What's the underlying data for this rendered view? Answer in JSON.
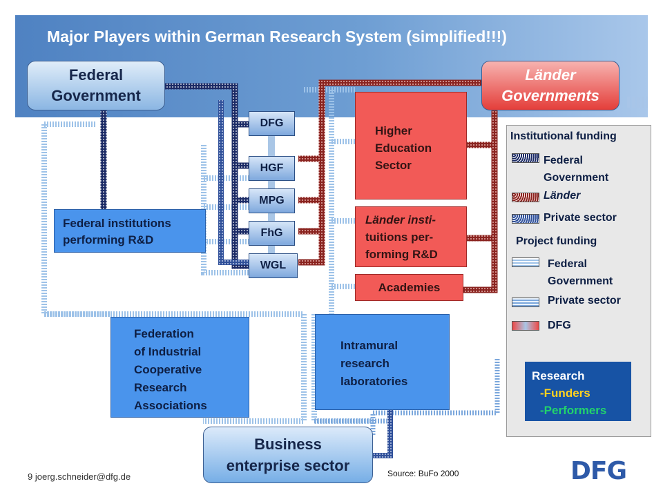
{
  "title": "Major Players within German Research System (simplified!!!)",
  "nodes": {
    "federal_government": [
      "Federal",
      "Government"
    ],
    "lander_governments": [
      "Länder",
      "Governments"
    ],
    "dfg": "DFG",
    "hgf": "HGF",
    "mpg": "MPG",
    "fhg": "FhG",
    "wgl": "WGL",
    "federal_institutions": [
      "Federal institutions",
      "performing R&D"
    ],
    "higher_education": [
      "Higher",
      "Education",
      "Sector"
    ],
    "lander_institutions": [
      "Länder insti-",
      "tuitions per-",
      "forming R&D"
    ],
    "academies": "Academies",
    "federation_industrial": [
      "Federation",
      "of Industrial",
      "Cooperative",
      "Research",
      "Associations"
    ],
    "intramural": [
      "Intramural",
      "research",
      "laboratories"
    ],
    "business": [
      "Business",
      "enterprise sector"
    ]
  },
  "legend": {
    "institutional_title": "Institutional funding",
    "institutional_items": [
      {
        "label": [
          "Federal",
          "Government"
        ],
        "pattern": "dotted-navy"
      },
      {
        "label": [
          "Länder"
        ],
        "pattern": "dotted-red"
      },
      {
        "label": [
          "Private sector"
        ],
        "pattern": "dotted-blue"
      }
    ],
    "project_title": "Project funding",
    "project_items": [
      {
        "label": [
          "Federal",
          "Government"
        ],
        "pattern": "striped-light-blue"
      },
      {
        "label": [
          "Private sector"
        ],
        "pattern": "striped-blue"
      },
      {
        "label": [
          "DFG"
        ],
        "pattern": "red-blue-gradient"
      }
    ]
  },
  "research_box": {
    "title": "Research",
    "funders": "-Funders",
    "performers": "-Performers"
  },
  "colors": {
    "funders": "#ffd21f",
    "performers": "#22d46b",
    "federal": "#1c2b66",
    "lander": "#8a2420"
  },
  "footer": {
    "page": "9",
    "email": "joerg.schneider@dfg.de"
  },
  "source": "Source: BuFo 2000",
  "logo": "DFG"
}
